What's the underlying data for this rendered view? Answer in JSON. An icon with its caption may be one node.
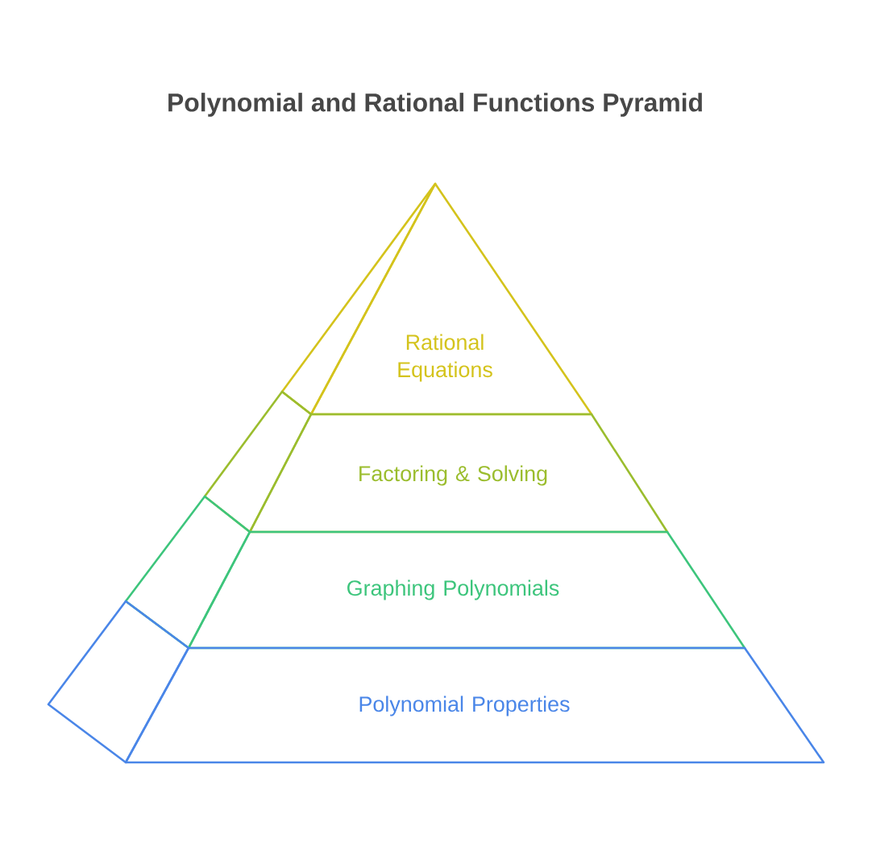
{
  "diagram": {
    "title": "Polynomial and Rational Functions Pyramid",
    "nodes": [
      {
        "text": [
          "Rational Equations"
        ]
      },
      {
        "text": [
          "Factoring & Solving"
        ]
      },
      {
        "text": [
          "Graphing Polynomials"
        ]
      },
      {
        "text": [
          "Polynomial Properties"
        ]
      }
    ],
    "edges": []
  }
}
